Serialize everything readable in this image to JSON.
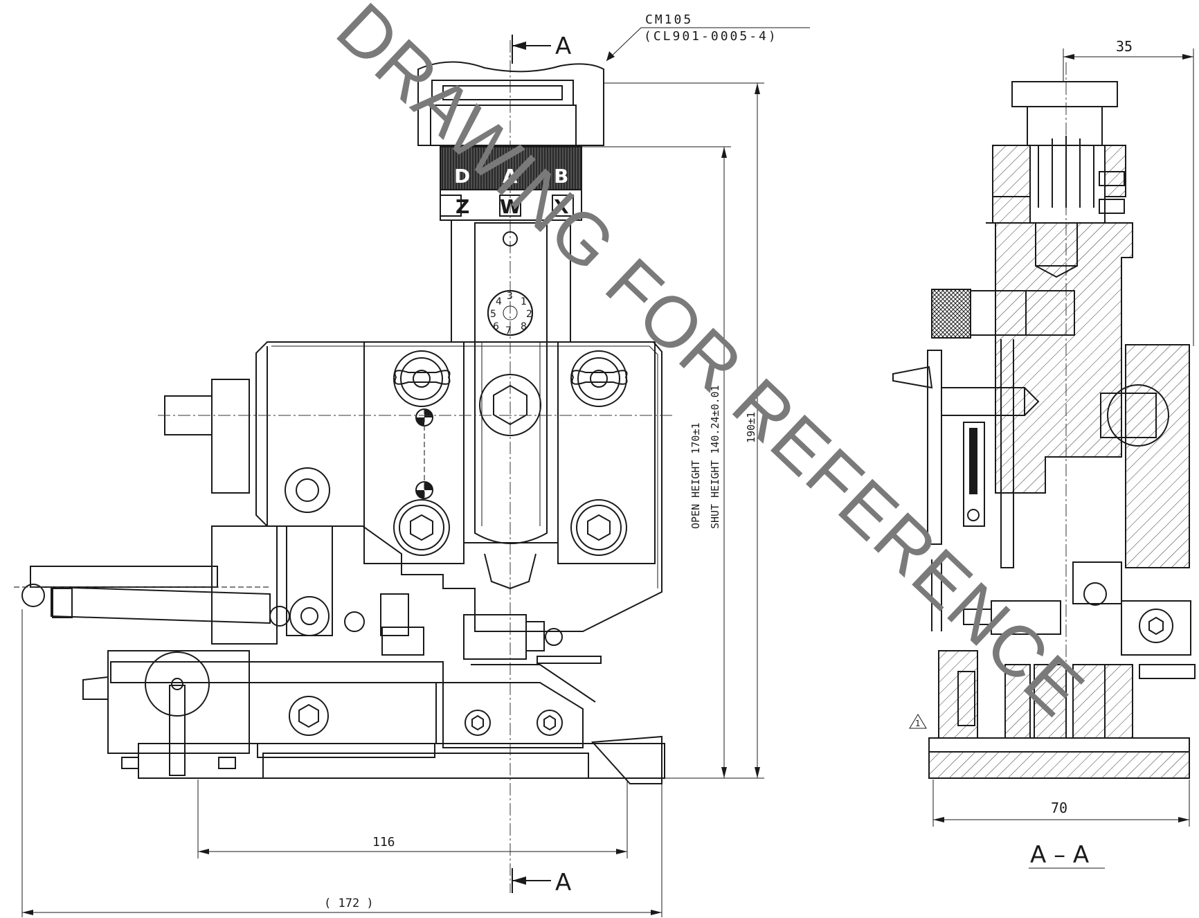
{
  "callout": {
    "part_no": "CM105",
    "part_ref": "(CL901-0005-4)"
  },
  "section_markers": {
    "top": "A",
    "bottom": "A"
  },
  "section_view_label": "A – A",
  "die_letters": {
    "top_row": [
      "D",
      "A",
      "B"
    ],
    "bottom_row": [
      "Z",
      "W",
      "X"
    ]
  },
  "dial_numbers": [
    "1",
    "2",
    "3",
    "4",
    "5",
    "6",
    "7",
    "8"
  ],
  "dimensions": {
    "side_width": "35",
    "side_base": "70",
    "overall_height": "190±1",
    "open_height": "OPEN HEIGHT 170±1",
    "shut_height": "SHUT HEIGHT 140.24±0.01",
    "base_width": "116",
    "overall_width": "( 172 )"
  },
  "revision_mark": "1",
  "watermark": "DRAWING FOR REFERENCE"
}
